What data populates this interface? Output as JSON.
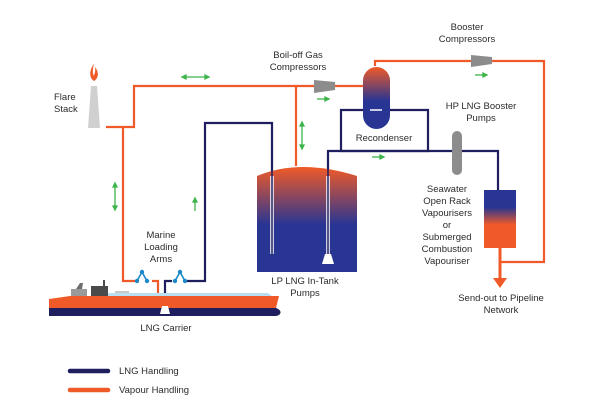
{
  "title": "LNG Import Terminal Process Flow",
  "colors": {
    "lng_line": "#1f1f5f",
    "vapour_line": "#f05a28",
    "liquid_fill": "#283593",
    "gas_fill": "#f05a28",
    "equipment_grey": "#8c8c8c",
    "flow_arrow": "#3cb44b",
    "stack_grey": "#d0d0d0"
  },
  "labels": {
    "flare_stack": [
      "Flare",
      "Stack"
    ],
    "boil_off_compressors": [
      "Boil-off Gas",
      "Compressors"
    ],
    "booster_compressors": [
      "Booster",
      "Compressors"
    ],
    "hp_pumps": [
      "HP LNG Booster",
      "Pumps"
    ],
    "recondenser": "Recondenser",
    "vaporiser": [
      "Seawater",
      "Open Rack",
      "Vapourisers",
      "or",
      "Submerged",
      "Combustion",
      "Vapouriser"
    ],
    "marine_arms": [
      "Marine",
      "Loading",
      "Arms"
    ],
    "lp_pumps": [
      "LP LNG In-Tank",
      "Pumps"
    ],
    "carrier": "LNG Carrier",
    "sendout": [
      "Send-out to Pipeline",
      "Network"
    ]
  },
  "legend": [
    {
      "label": "LNG Handling",
      "color": "#1f1f5f"
    },
    {
      "label": "Vapour Handling",
      "color": "#f05a28"
    }
  ]
}
